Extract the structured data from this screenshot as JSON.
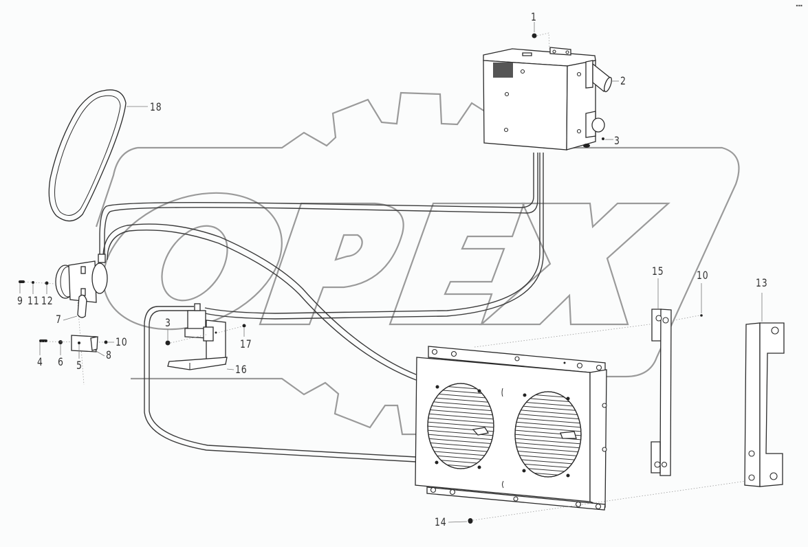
{
  "diagram": {
    "type": "exploded-parts-diagram",
    "subject": "air conditioning system assembly",
    "watermark_text": "OPEX",
    "corner_mark": "▪▪▪",
    "colors": {
      "background": "#fbfcfc",
      "line_art": "#2a2a2a",
      "watermark": "#9a9a9a",
      "leader": "#777777"
    }
  },
  "callouts": [
    {
      "id": "c1",
      "label": "1",
      "part": "bolt (evaporator top)"
    },
    {
      "id": "c2",
      "label": "2",
      "part": "evaporator / heater unit"
    },
    {
      "id": "c3a",
      "label": "3",
      "part": "nut (evaporator)"
    },
    {
      "id": "c3b",
      "label": "3",
      "part": "nut (receiver drier bracket)"
    },
    {
      "id": "c4",
      "label": "4",
      "part": "bolt"
    },
    {
      "id": "c5",
      "label": "5",
      "part": "compressor bracket"
    },
    {
      "id": "c6",
      "label": "6",
      "part": "washer"
    },
    {
      "id": "c7",
      "label": "7",
      "part": "tension plate"
    },
    {
      "id": "c8",
      "label": "8",
      "part": "adjusting bracket"
    },
    {
      "id": "c9",
      "label": "9",
      "part": "bolt"
    },
    {
      "id": "c10a",
      "label": "10",
      "part": "nut"
    },
    {
      "id": "c10b",
      "label": "10",
      "part": "nut (condenser bracket)"
    },
    {
      "id": "c11",
      "label": "11",
      "part": "spring washer"
    },
    {
      "id": "c12",
      "label": "12",
      "part": "washer"
    },
    {
      "id": "c13",
      "label": "13",
      "part": "condenser mounting bracket (right)"
    },
    {
      "id": "c14",
      "label": "14",
      "part": "bolt (condenser)"
    },
    {
      "id": "c15",
      "label": "15",
      "part": "condenser mounting bracket (left)"
    },
    {
      "id": "c16",
      "label": "16",
      "part": "receiver drier bracket"
    },
    {
      "id": "c17",
      "label": "17",
      "part": "washer"
    },
    {
      "id": "c18",
      "label": "18",
      "part": "drive belt"
    }
  ],
  "components": [
    {
      "name": "evaporator-unit",
      "callout": "2"
    },
    {
      "name": "compressor",
      "callout": null
    },
    {
      "name": "receiver-drier",
      "callout": "16"
    },
    {
      "name": "condenser-with-twin-fans",
      "callout": null
    },
    {
      "name": "drive-belt",
      "callout": "18"
    },
    {
      "name": "refrigerant-hoses",
      "callout": null
    }
  ]
}
